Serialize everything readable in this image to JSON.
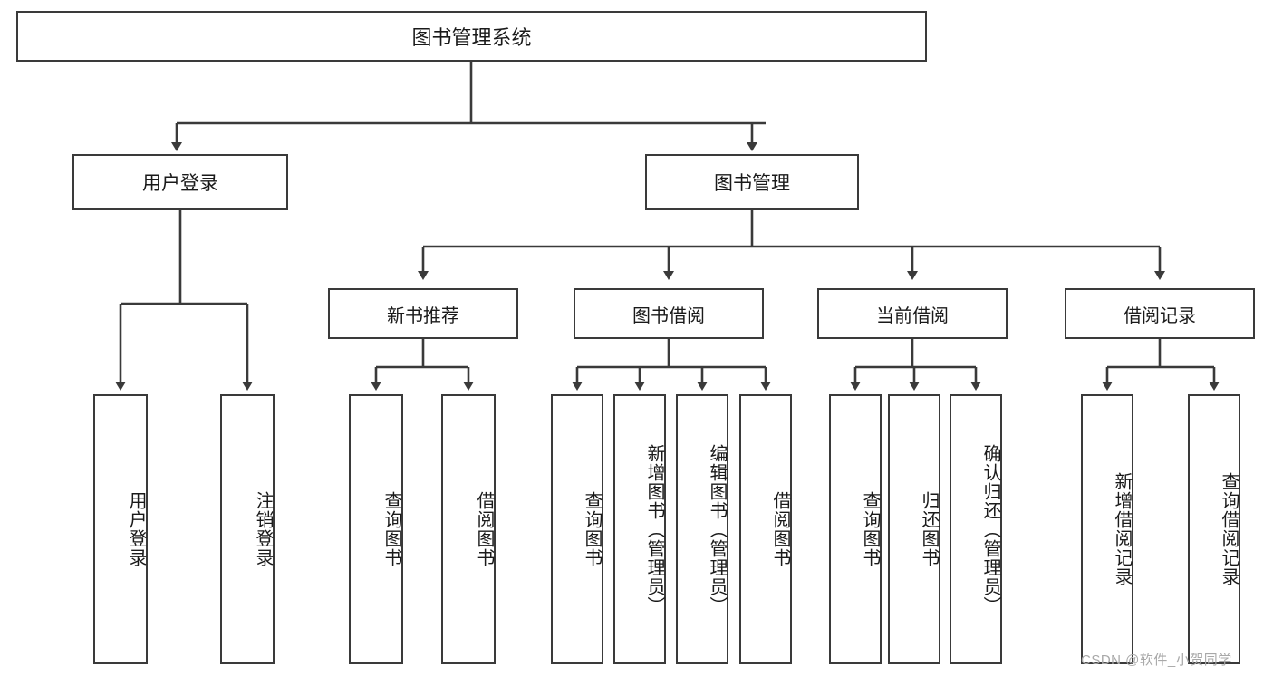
{
  "diagram": {
    "title": "图书管理系统",
    "type": "hierarchy-tree",
    "colors": {
      "box_border": "#3a3a3a",
      "box_fill": "#ffffff",
      "line": "#3a3a3a",
      "text": "#1a1a1a",
      "watermark": "#a8a8a8"
    },
    "root": {
      "label": "图书管理系统"
    },
    "level2": [
      {
        "label": "用户登录"
      },
      {
        "label": "图书管理"
      }
    ],
    "level3": [
      {
        "label": "新书推荐"
      },
      {
        "label": "图书借阅"
      },
      {
        "label": "当前借阅"
      },
      {
        "label": "借阅记录"
      }
    ],
    "leaves": {
      "user_login": [
        {
          "label": "用户登录"
        },
        {
          "label": "注销登录"
        }
      ],
      "new_book_recommend": [
        {
          "label": "查询图书"
        },
        {
          "label": "借阅图书"
        }
      ],
      "book_borrow": [
        {
          "label": "查询图书"
        },
        {
          "label": "新增图书（管理员）"
        },
        {
          "label": "编辑图书（管理员）"
        },
        {
          "label": "借阅图书"
        }
      ],
      "current_borrow": [
        {
          "label": "查询图书"
        },
        {
          "label": "归还图书"
        },
        {
          "label": "确认归还（管理员）"
        }
      ],
      "borrow_record": [
        {
          "label": "新增借阅记录"
        },
        {
          "label": "查询借阅记录"
        }
      ]
    }
  },
  "watermark": {
    "text": "CSDN @软件_小贺同学"
  }
}
